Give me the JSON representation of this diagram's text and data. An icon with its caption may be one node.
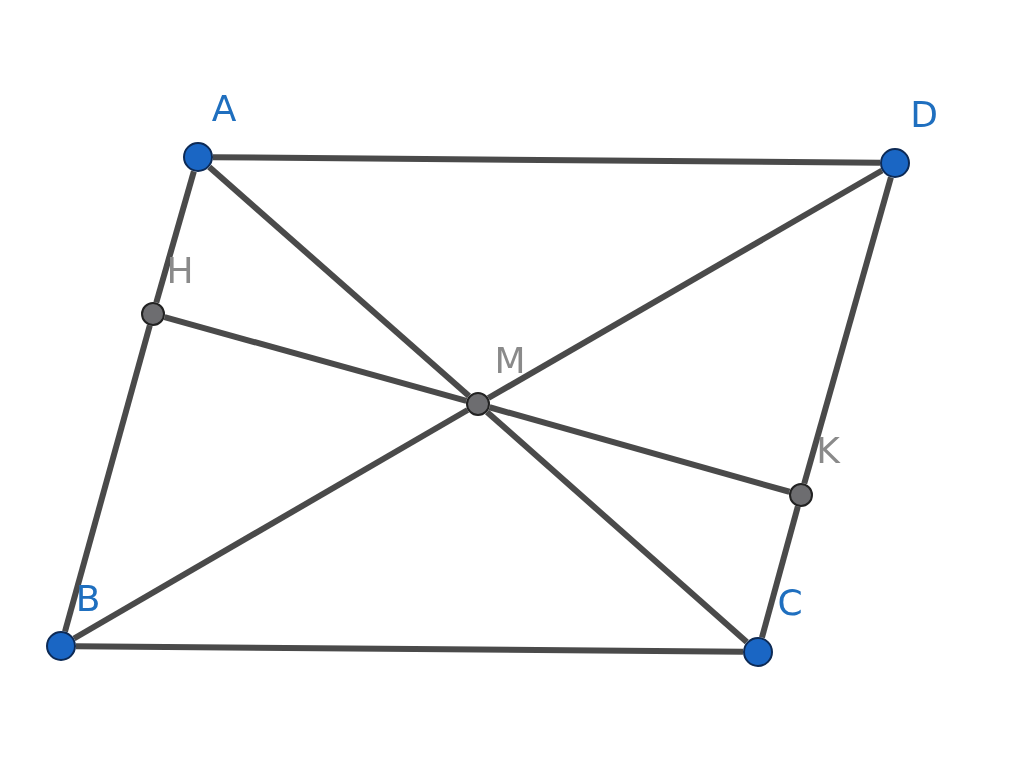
{
  "diagram": {
    "nodes": [
      {
        "text": [
          "A"
        ]
      },
      {
        "text": [
          "D"
        ]
      },
      {
        "text": [
          "H"
        ]
      },
      {
        "text": [
          "M"
        ]
      },
      {
        "text": [
          "K"
        ]
      },
      {
        "text": [
          "B"
        ]
      },
      {
        "text": [
          "C"
        ]
      }
    ],
    "edges": [
      {
        "from": 0,
        "to": 1,
        "arrow": "none"
      },
      {
        "from": 0,
        "to": 2,
        "arrow": "none"
      },
      {
        "from": 2,
        "to": 5,
        "arrow": "none"
      },
      {
        "from": 5,
        "to": 6,
        "arrow": "none"
      },
      {
        "from": 6,
        "to": 4,
        "arrow": "none"
      },
      {
        "from": 4,
        "to": 1,
        "arrow": "none"
      },
      {
        "from": 0,
        "to": 3,
        "arrow": "none"
      },
      {
        "from": 3,
        "to": 6,
        "arrow": "none"
      },
      {
        "from": 5,
        "to": 3,
        "arrow": "none"
      },
      {
        "from": 3,
        "to": 1,
        "arrow": "none"
      },
      {
        "from": 2,
        "to": 3,
        "arrow": "none"
      },
      {
        "from": 3,
        "to": 4,
        "arrow": "none"
      }
    ]
  }
}
